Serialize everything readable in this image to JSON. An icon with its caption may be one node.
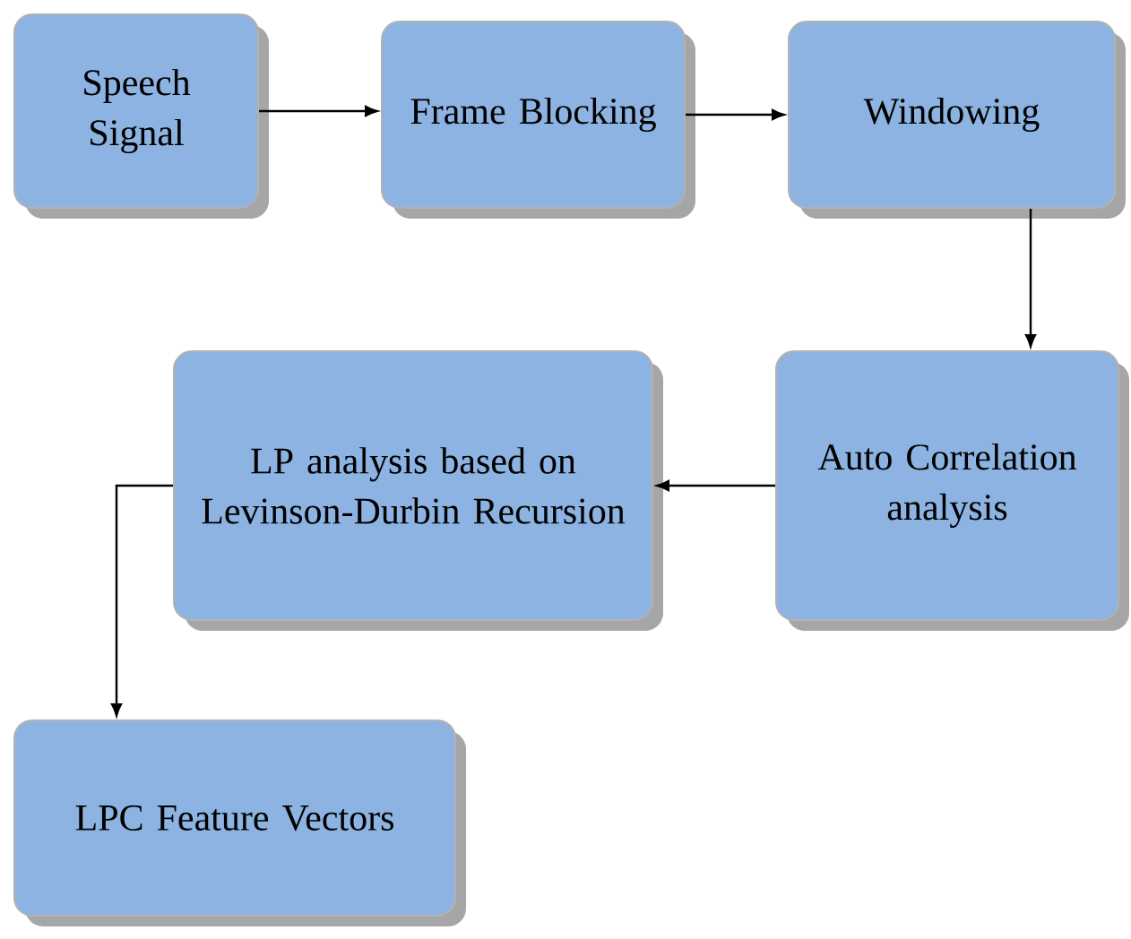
{
  "diagram": {
    "nodes": [
      {
        "text": [
          "Speech Signal"
        ]
      },
      {
        "text": [
          "Frame Blocking"
        ]
      },
      {
        "text": [
          "Windowing"
        ]
      },
      {
        "text": [
          "Auto Correlation analysis"
        ]
      },
      {
        "text": [
          "LP analysis based on Levinson-Durbin Recursion"
        ]
      },
      {
        "text": [
          "LPC Feature Vectors"
        ]
      }
    ],
    "edges": [
      {
        "from": 0,
        "to": 1,
        "arrow": "to"
      },
      {
        "from": 1,
        "to": 2,
        "arrow": "to"
      },
      {
        "from": 2,
        "to": 3,
        "arrow": "to"
      },
      {
        "from": 3,
        "to": 4,
        "arrow": "to"
      },
      {
        "from": 4,
        "to": 5,
        "arrow": "to"
      }
    ]
  }
}
